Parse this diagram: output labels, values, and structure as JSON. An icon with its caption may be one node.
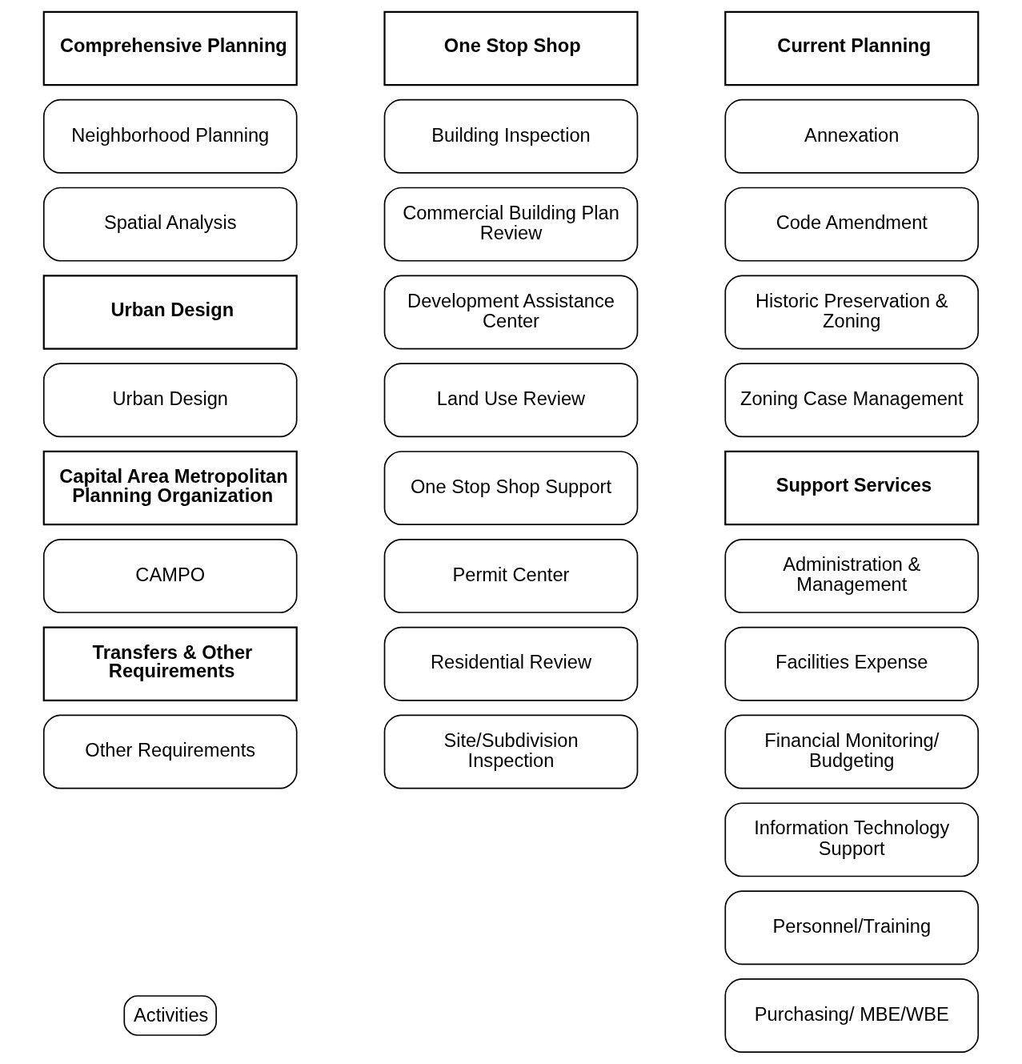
{
  "diagram": {
    "nodes": [
      {
        "text": [
          "Comprehensive Planning"
        ]
      },
      {
        "text": [
          "Neighborhood Planning"
        ]
      },
      {
        "text": [
          "Spatial Analysis"
        ]
      },
      {
        "text": [
          "Urban Design"
        ]
      },
      {
        "text": [
          "Urban Design"
        ]
      },
      {
        "text": [
          "Capital Area Metropolitan Planning Organization"
        ]
      },
      {
        "text": [
          "CAMPO"
        ]
      },
      {
        "text": [
          "Transfers & Other Requirements"
        ]
      },
      {
        "text": [
          "Other Requirements"
        ]
      },
      {
        "text": [
          "One Stop Shop"
        ]
      },
      {
        "text": [
          "Building Inspection"
        ]
      },
      {
        "text": [
          "Commercial Building Plan Review"
        ]
      },
      {
        "text": [
          "Development Assistance Center"
        ]
      },
      {
        "text": [
          "Land Use Review"
        ]
      },
      {
        "text": [
          "One Stop Shop Support"
        ]
      },
      {
        "text": [
          "Permit Center"
        ]
      },
      {
        "text": [
          "Residential Review"
        ]
      },
      {
        "text": [
          "Site/Subdivision Inspection"
        ]
      },
      {
        "text": [
          "Current Planning"
        ]
      },
      {
        "text": [
          "Annexation"
        ]
      },
      {
        "text": [
          "Code Amendment"
        ]
      },
      {
        "text": [
          "Historic Preservation & Zoning"
        ]
      },
      {
        "text": [
          "Zoning Case Management"
        ]
      },
      {
        "text": [
          "Support Services"
        ]
      },
      {
        "text": [
          "Administration & Management"
        ]
      },
      {
        "text": [
          "Facilities Expense"
        ]
      },
      {
        "text": [
          "Financial Monitoring/ Budgeting"
        ]
      },
      {
        "text": [
          "Information Technology Support"
        ]
      },
      {
        "text": [
          "Personnel/Training"
        ]
      },
      {
        "text": [
          "Purchasing/ MBE/WBE"
        ]
      }
    ],
    "legend": [
      {
        "text": "Activities"
      }
    ]
  }
}
